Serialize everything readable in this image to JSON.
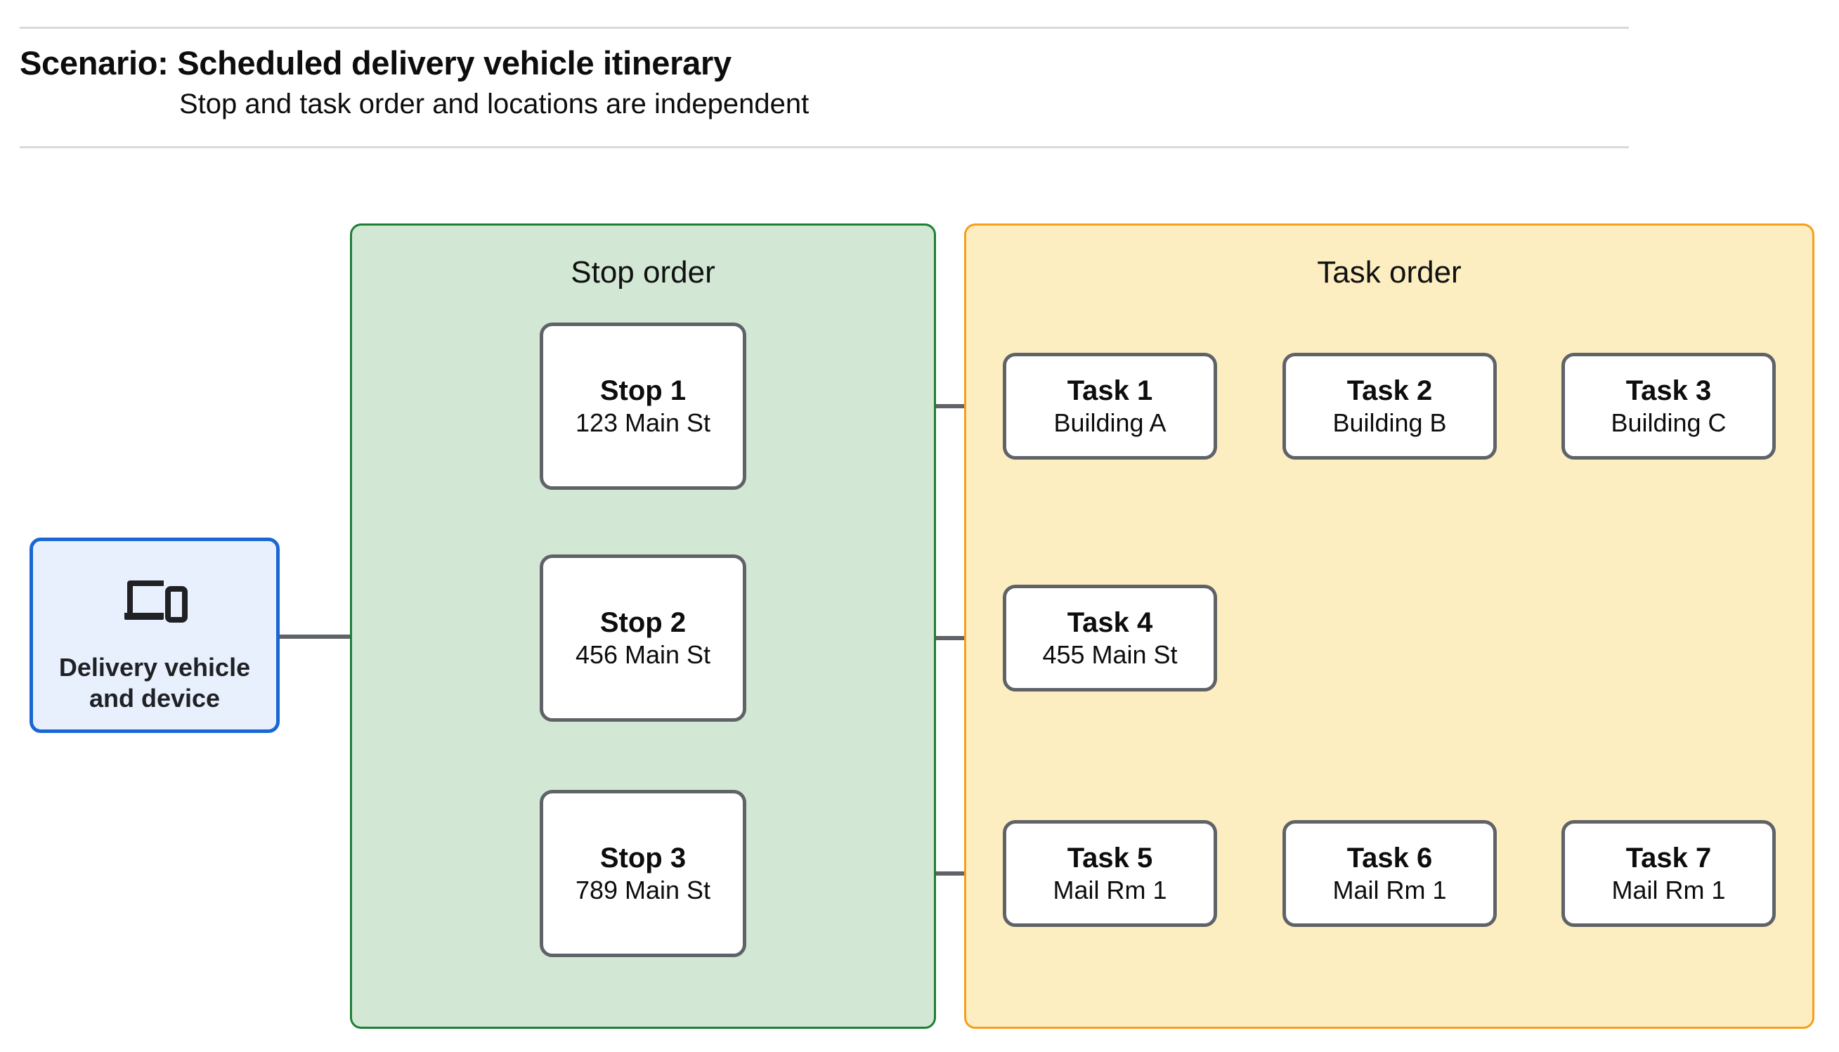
{
  "header": {
    "title": "Scenario: Scheduled delivery vehicle itinerary",
    "subtitle": "Stop and task order and locations are independent"
  },
  "vehicle": {
    "label": "Delivery vehicle\nand device",
    "label_line1": "Delivery vehicle",
    "label_line2": "and device",
    "icon": "devices-icon",
    "border_color": "#1967d2",
    "fill_color": "#e8f0fe"
  },
  "groups": {
    "stop": {
      "title": "Stop order",
      "fill_color": "#d2e8d5",
      "border_color": "#1e7e34"
    },
    "task": {
      "title": "Task order",
      "fill_color": "#fdeec2",
      "border_color": "#f89d1c"
    }
  },
  "stops": [
    {
      "title": "Stop 1",
      "subtitle": "123 Main St"
    },
    {
      "title": "Stop 2",
      "subtitle": "456 Main St"
    },
    {
      "title": "Stop 3",
      "subtitle": "789 Main St"
    }
  ],
  "task_rows": [
    [
      {
        "title": "Task 1",
        "subtitle": "Building A"
      },
      {
        "title": "Task 2",
        "subtitle": "Building B"
      },
      {
        "title": "Task 3",
        "subtitle": "Building C"
      }
    ],
    [
      {
        "title": "Task 4",
        "subtitle": "455 Main St"
      }
    ],
    [
      {
        "title": "Task 5",
        "subtitle": "Mail Rm 1"
      },
      {
        "title": "Task 6",
        "subtitle": "Mail Rm 1"
      },
      {
        "title": "Task 7",
        "subtitle": "Mail Rm 1"
      }
    ]
  ],
  "connector_color": "#5f6368",
  "divider_color": "#d9d9d9"
}
